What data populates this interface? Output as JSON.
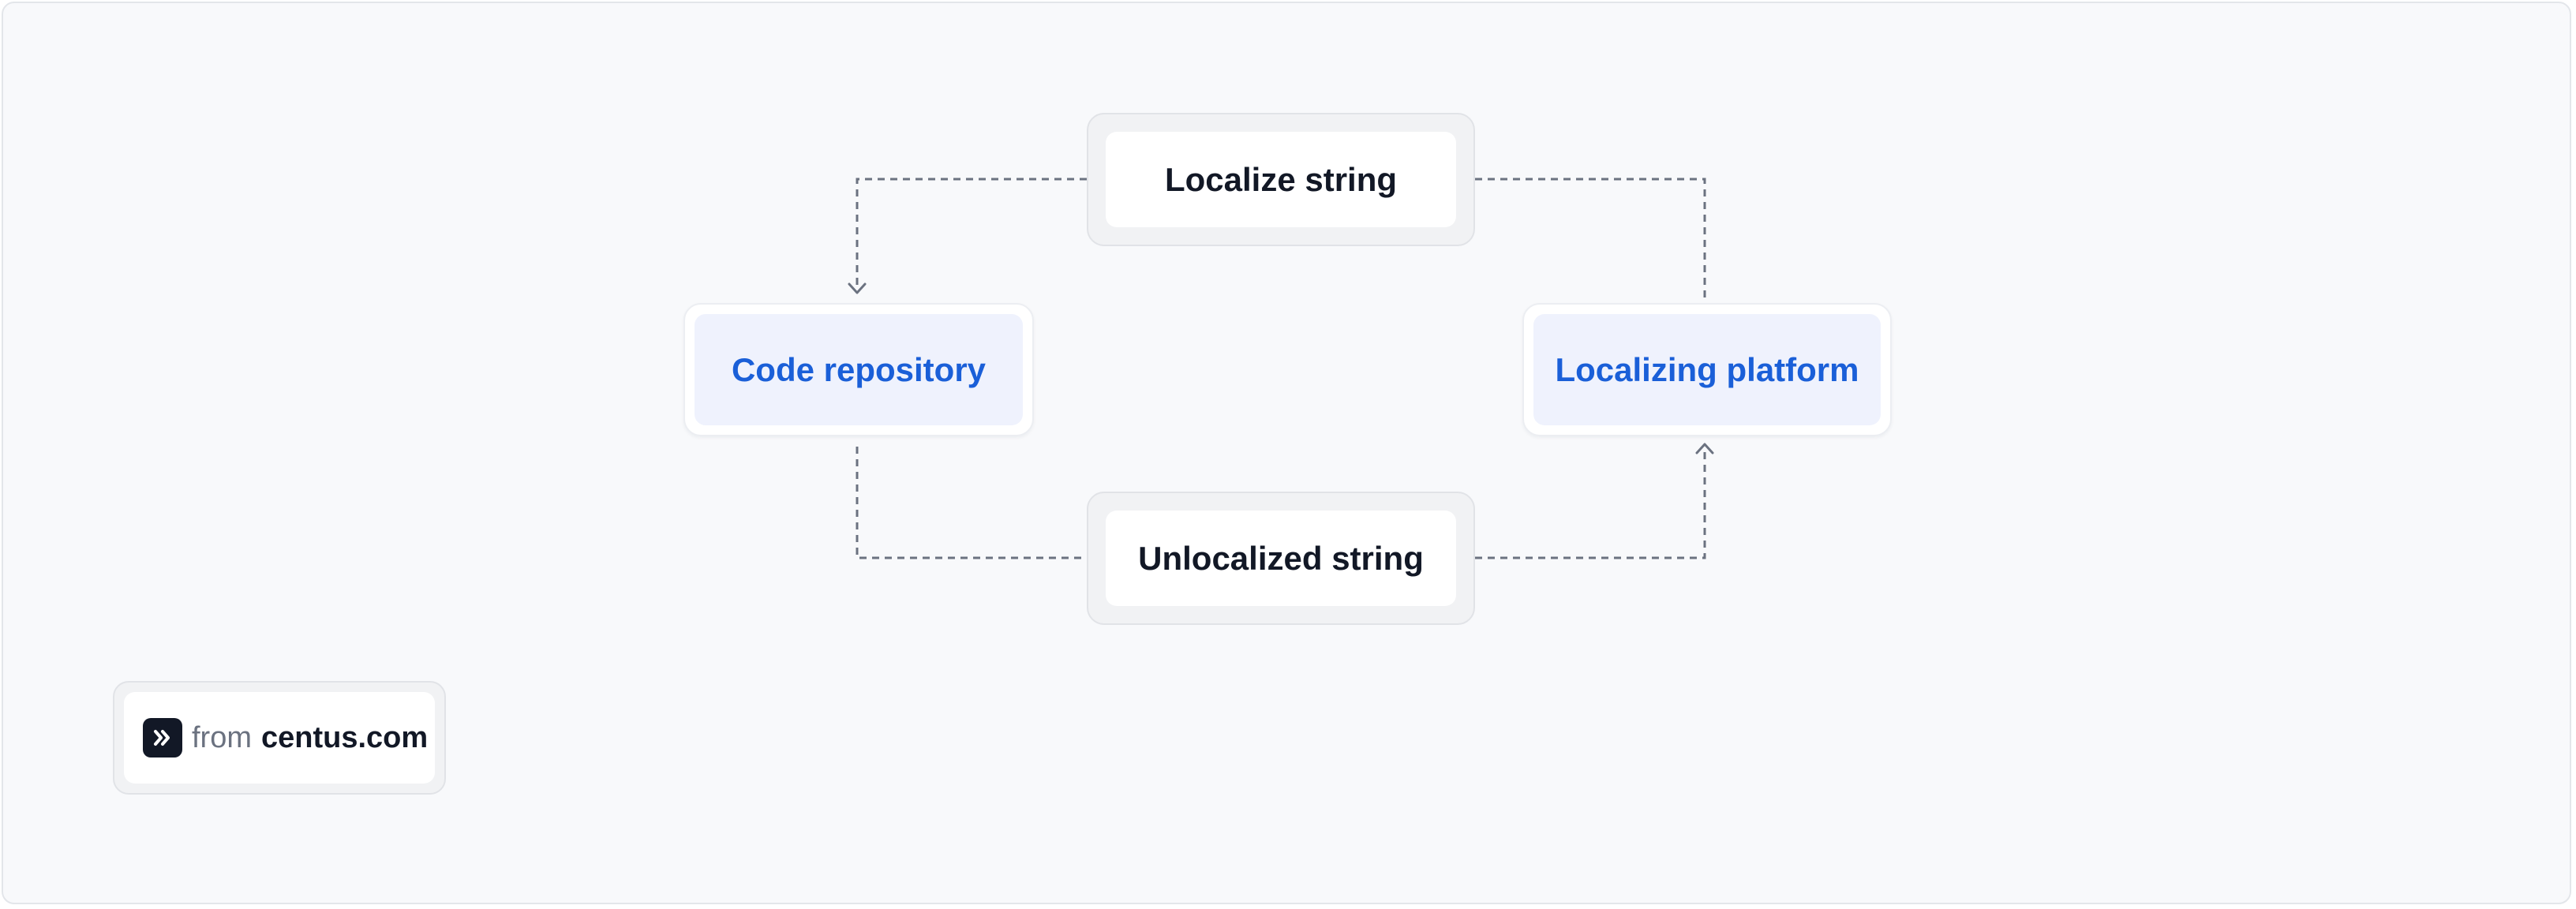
{
  "diagram": {
    "nodes": {
      "top": "Localize string",
      "left": "Code repository",
      "right": "Localizing platform",
      "bottom": "Unlocalized string"
    },
    "edges": [
      {
        "from": "top",
        "to": "left",
        "style": "dashed",
        "arrow": "arrowhead-at-left"
      },
      {
        "from": "right",
        "to": "top",
        "style": "dashed",
        "arrow": "none"
      },
      {
        "from": "left",
        "to": "bottom",
        "style": "dashed",
        "arrow": "none"
      },
      {
        "from": "bottom",
        "to": "right",
        "style": "dashed",
        "arrow": "arrowhead-at-right"
      }
    ],
    "colors": {
      "accent_text": "#1a5fd8",
      "accent_fill": "#eff2fd",
      "connector": "#6b7280",
      "background": "#f8f9fb"
    }
  },
  "badge": {
    "icon": "centus-logo-icon",
    "prefix": "from",
    "site": "centus.com"
  }
}
